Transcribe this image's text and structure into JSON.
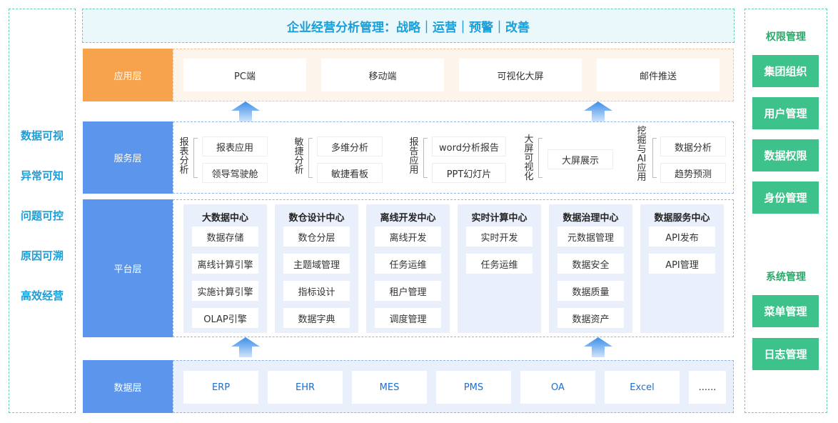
{
  "title": "企业经营分析管理：战略｜运营｜预警｜改善",
  "left_items": [
    "数据可视",
    "异常可知",
    "问题可控",
    "原因可溯",
    "高效经营"
  ],
  "right": {
    "perm_title": "权限管理",
    "perm_items": [
      "集团组织",
      "用户管理",
      "数据权限",
      "身份管理"
    ],
    "sys_title": "系统管理",
    "sys_items": [
      "菜单管理",
      "日志管理"
    ]
  },
  "layers": {
    "app": {
      "label": "应用层",
      "items": [
        "PC端",
        "移动端",
        "可视化大屏",
        "邮件推送"
      ]
    },
    "service": {
      "label": "服务层",
      "groups": [
        {
          "label": "报表分析",
          "items": [
            "报表应用",
            "领导驾驶舱"
          ]
        },
        {
          "label": "敏捷分析",
          "items": [
            "多维分析",
            "敏捷看板"
          ]
        },
        {
          "label": "报告应用",
          "items": [
            "word分析报告",
            "PPT幻灯片"
          ]
        },
        {
          "label": "大屏可视化",
          "items": [
            "大屏展示"
          ]
        },
        {
          "label": "挖掘与AI应用",
          "items": [
            "数据分析",
            "趋势预测"
          ]
        }
      ]
    },
    "platform": {
      "label": "平台层",
      "columns": [
        {
          "title": "大数据中心",
          "items": [
            "数据存储",
            "离线计算引擎",
            "实施计算引擎",
            "OLAP引擎"
          ]
        },
        {
          "title": "数仓设计中心",
          "items": [
            "数仓分层",
            "主题域管理",
            "指标设计",
            "数据字典"
          ]
        },
        {
          "title": "离线开发中心",
          "items": [
            "离线开发",
            "任务运维",
            "租户管理",
            "调度管理"
          ]
        },
        {
          "title": "实时计算中心",
          "items": [
            "实时开发",
            "任务运维"
          ]
        },
        {
          "title": "数据治理中心",
          "items": [
            "元数据管理",
            "数据安全",
            "数据质量",
            "数据资产"
          ]
        },
        {
          "title": "数据服务中心",
          "items": [
            "API发布",
            "API管理"
          ]
        }
      ]
    },
    "data": {
      "label": "数据层",
      "items": [
        "ERP",
        "EHR",
        "MES",
        "PMS",
        "OA",
        "Excel",
        "......"
      ]
    }
  },
  "colors": {
    "app": "#f7a34d",
    "service": "#5b95ec",
    "platform": "#5b95ec",
    "data": "#5b95ec",
    "green": "#3cc28a",
    "accent": "#1a9fd9"
  },
  "icons": [
    "up-arrow-icon"
  ]
}
